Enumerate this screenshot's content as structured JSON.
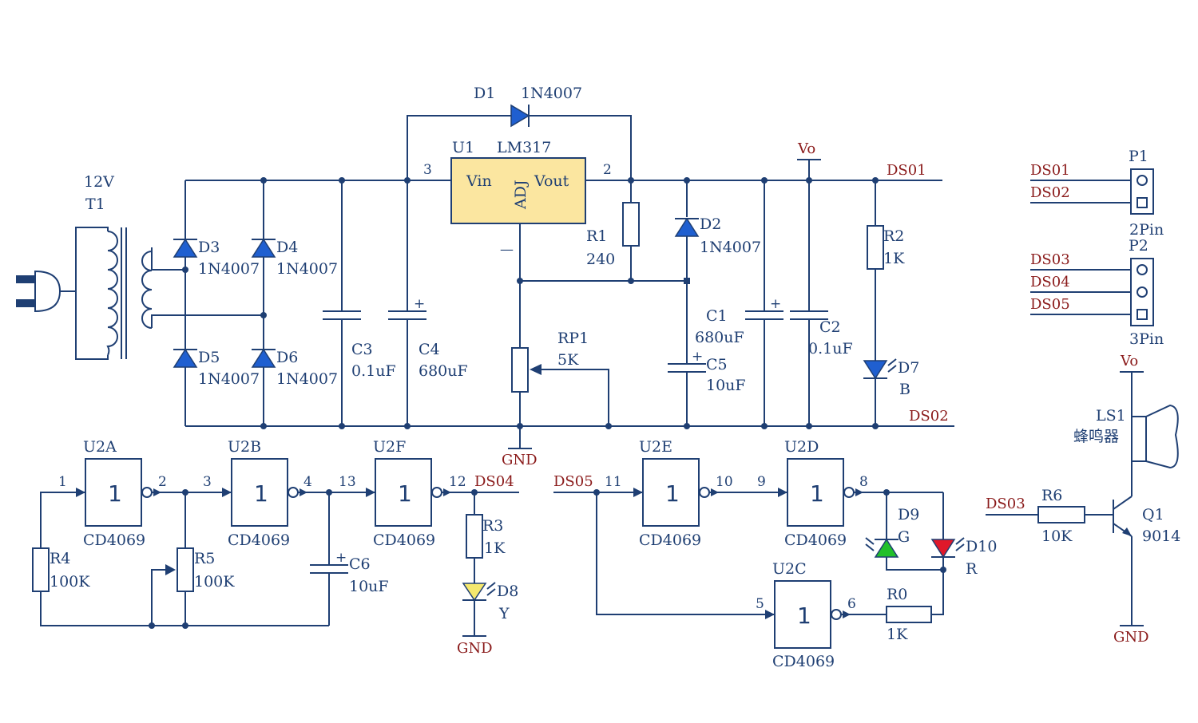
{
  "labels": {
    "transformer_volt": "12V",
    "transformer": "T1",
    "d1": "D1",
    "d1_part": "1N4007",
    "u1": "U1",
    "u1_part": "LM317",
    "u1_vin": "Vin",
    "u1_adj": "ADJ",
    "u1_vout": "Vout",
    "pin3": "3",
    "pin2": "2",
    "pin_dash": "—",
    "d3": "D3",
    "d3_part": "1N4007",
    "d4": "D4",
    "d4_part": "1N4007",
    "d5": "D5",
    "d5_part": "1N4007",
    "d6": "D6",
    "d6_part": "1N4007",
    "c3": "C3",
    "c3_val": "0.1uF",
    "c4": "C4",
    "c4_val": "680uF",
    "r1": "R1",
    "r1_val": "240",
    "d2": "D2",
    "d2_part": "1N4007",
    "rp1": "RP1",
    "rp1_val": "5K",
    "c5": "C5",
    "c5_val": "10uF",
    "c1": "C1",
    "c1_val": "680uF",
    "c2": "C2",
    "c2_val": "0.1uF",
    "vo": "Vo",
    "ds01": "DS01",
    "ds02": "DS02",
    "r2": "R2",
    "r2_val": "1K",
    "d7": "D7",
    "d7_color": "B",
    "gnd": "GND",
    "p1": "P1",
    "p1_type": "2Pin",
    "p2": "P2",
    "p2_type": "3Pin",
    "p_ds01": "DS01",
    "p_ds02": "DS02",
    "p_ds03": "DS03",
    "p_ds04": "DS04",
    "p_ds05": "DS05",
    "ls1": "LS1",
    "ls1_name": "蜂鸣器",
    "vo2": "Vo",
    "ds03_in": "DS03",
    "r6": "R6",
    "r6_val": "10K",
    "q1": "Q1",
    "q1_part": "9014",
    "gnd3": "GND",
    "u2a": "U2A",
    "u2b": "U2B",
    "u2f": "U2F",
    "u2e": "U2E",
    "u2d": "U2D",
    "u2c": "U2C",
    "cd4069": "CD4069",
    "gate_one": "1",
    "n1": "1",
    "n2": "2",
    "n3": "3",
    "n4": "4",
    "n13": "13",
    "n12": "12",
    "n11": "11",
    "n10": "10",
    "n9": "9",
    "n8": "8",
    "n5": "5",
    "n6": "6",
    "ds04_out": "DS04",
    "ds05_in": "DS05",
    "r4": "R4",
    "r4_val": "100K",
    "r5": "R5",
    "r5_val": "100K",
    "c6": "C6",
    "c6_val": "10uF",
    "r3": "R3",
    "r3_val": "1K",
    "d8": "D8",
    "d8_color": "Y",
    "gnd2": "GND",
    "d9": "D9",
    "d9_color": "G",
    "d10": "D10",
    "d10_color": "R",
    "r0": "R0",
    "r0_val": "1K"
  },
  "colors": {
    "wire": "#1f3f73",
    "diode": "#1f5fd0",
    "ic_fill": "#fbe6a0",
    "net_label": "#8a1a1a",
    "led_blue": "#1f5fd0",
    "led_yellow": "#f5e86e",
    "led_green": "#22c02a",
    "led_red": "#e0182a"
  }
}
